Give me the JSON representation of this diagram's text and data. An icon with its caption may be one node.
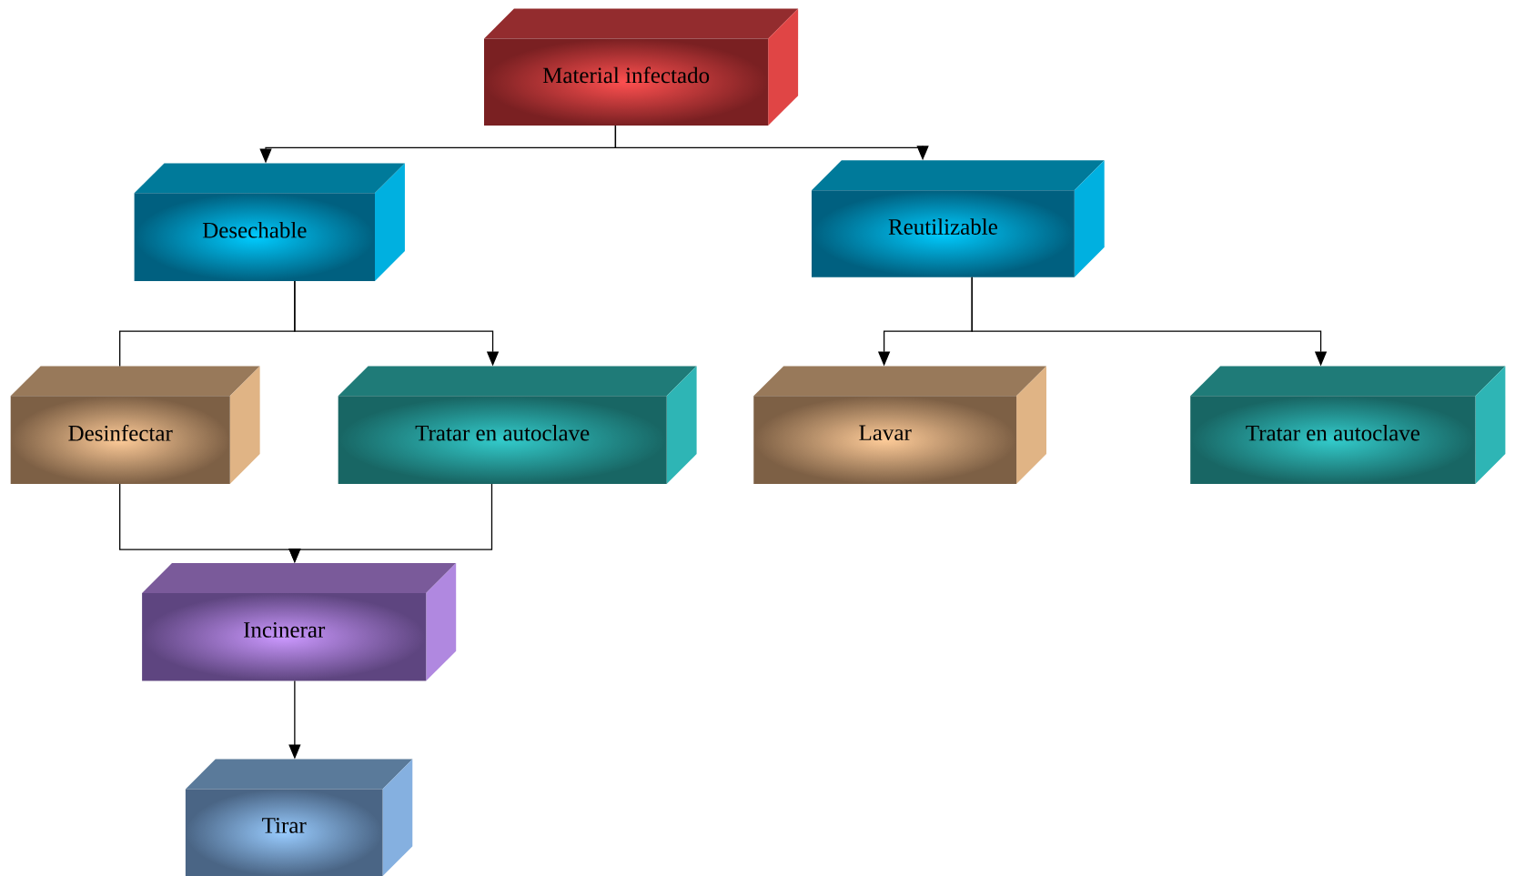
{
  "diagram": {
    "nodes": [
      {
        "text": [
          "Material infectado"
        ]
      },
      {
        "text": [
          "Desechable"
        ]
      },
      {
        "text": [
          "Reutilizable"
        ]
      },
      {
        "text": [
          "Desinfectar"
        ]
      },
      {
        "text": [
          "Tratar en autoclave"
        ]
      },
      {
        "text": [
          "Lavar"
        ]
      },
      {
        "text": [
          "Tratar en autoclave"
        ]
      },
      {
        "text": [
          "Incinerar"
        ]
      },
      {
        "text": [
          "Tirar"
        ]
      }
    ],
    "edges": [
      {
        "from": 0,
        "to": 1,
        "arrow": "to"
      },
      {
        "from": 0,
        "to": 2,
        "arrow": "to"
      },
      {
        "from": 1,
        "to": 3,
        "arrow": "none"
      },
      {
        "from": 1,
        "to": 4,
        "arrow": "to"
      },
      {
        "from": 2,
        "to": 5,
        "arrow": "to"
      },
      {
        "from": 2,
        "to": 6,
        "arrow": "to"
      },
      {
        "from": 3,
        "to": 7,
        "arrow": "to"
      },
      {
        "from": 4,
        "to": 7,
        "arrow": "to"
      },
      {
        "from": 7,
        "to": 8,
        "arrow": "to"
      }
    ]
  }
}
